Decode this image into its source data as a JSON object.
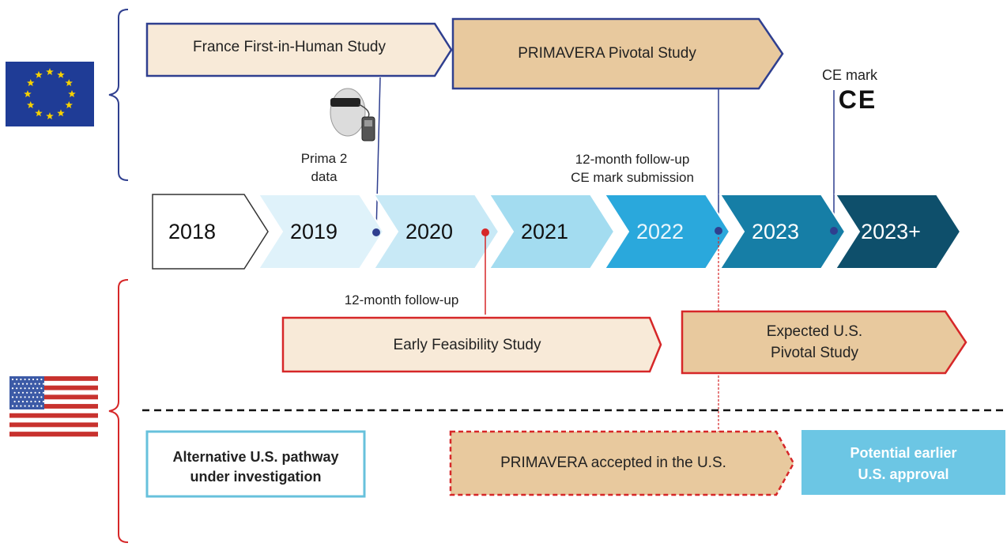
{
  "eu": {
    "flag_icon": "eu-flag-icon",
    "france_study": "France First-in-Human Study",
    "primavera_study": "PRIMAVERA Pivotal Study",
    "prima2_label_line1": "Prima 2",
    "prima2_label_line2": "data",
    "followup_line1": "12-month  follow-up",
    "followup_line2": "CE mark submission",
    "ce_mark_label": "CE mark",
    "ce_symbol": "CE"
  },
  "timeline": {
    "years": [
      "2018",
      "2019",
      "2020",
      "2021",
      "2022",
      "2023",
      "2023+"
    ]
  },
  "us": {
    "flag_icon": "us-flag-icon",
    "followup_label": "12-month follow-up",
    "early_feasibility": "Early Feasibility Study",
    "expected_pivotal_line1": "Expected U.S.",
    "expected_pivotal_line2": "Pivotal Study",
    "alternative_line1": "Alternative U.S. pathway",
    "alternative_line2": "under investigation",
    "primavera_accepted": "PRIMAVERA accepted in the U.S.",
    "earlier_approval_line1": "Potential earlier",
    "earlier_approval_line2": "U.S. approval"
  },
  "colors": {
    "eu_outline": "#2f3f8f",
    "us_outline": "#d62728",
    "france_fill": "#f8ead8",
    "primavera_fill": "#e8c99e",
    "earlier_fill": "#6cc6e4",
    "alt_border": "#67c1dc",
    "years": [
      "#ffffff",
      "#dff2fa",
      "#c8e9f6",
      "#a3dcf0",
      "#2aa8dc",
      "#167ea6",
      "#0e4f6b"
    ]
  }
}
